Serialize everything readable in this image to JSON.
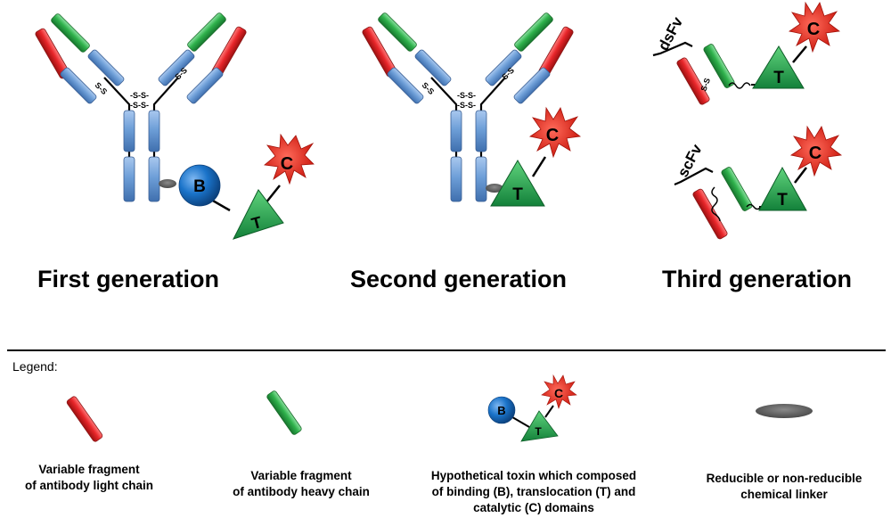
{
  "generations": {
    "first": "First generation",
    "second": "Second generation",
    "third": "Third generation"
  },
  "labels": {
    "disulfide": "-S-S-",
    "disulfide_short": "S-S",
    "binding": "B",
    "translocation": "T",
    "catalytic": "C",
    "dsfv": "dsFv",
    "scfv": "scFv"
  },
  "legend": {
    "title": "Legend:",
    "light_chain": [
      "Variable fragment",
      "of antibody light chain"
    ],
    "heavy_chain": [
      "Variable fragment",
      "of antibody heavy chain"
    ],
    "toxin": [
      "Hypothetical toxin which composed",
      "of binding (B), translocation (T) and",
      "catalytic (C) domains"
    ],
    "linker": [
      "Reducible or non-reducible",
      "chemical linker"
    ]
  },
  "colors": {
    "light_chain": "#e8262a",
    "heavy_chain": "#2fb24c",
    "constant_domain": "#6e9fd8",
    "binding_domain": "#1a73c9",
    "translocation_domain": "#22a545",
    "catalytic_domain": "#e8261c",
    "linker": "#5a5a5a"
  }
}
